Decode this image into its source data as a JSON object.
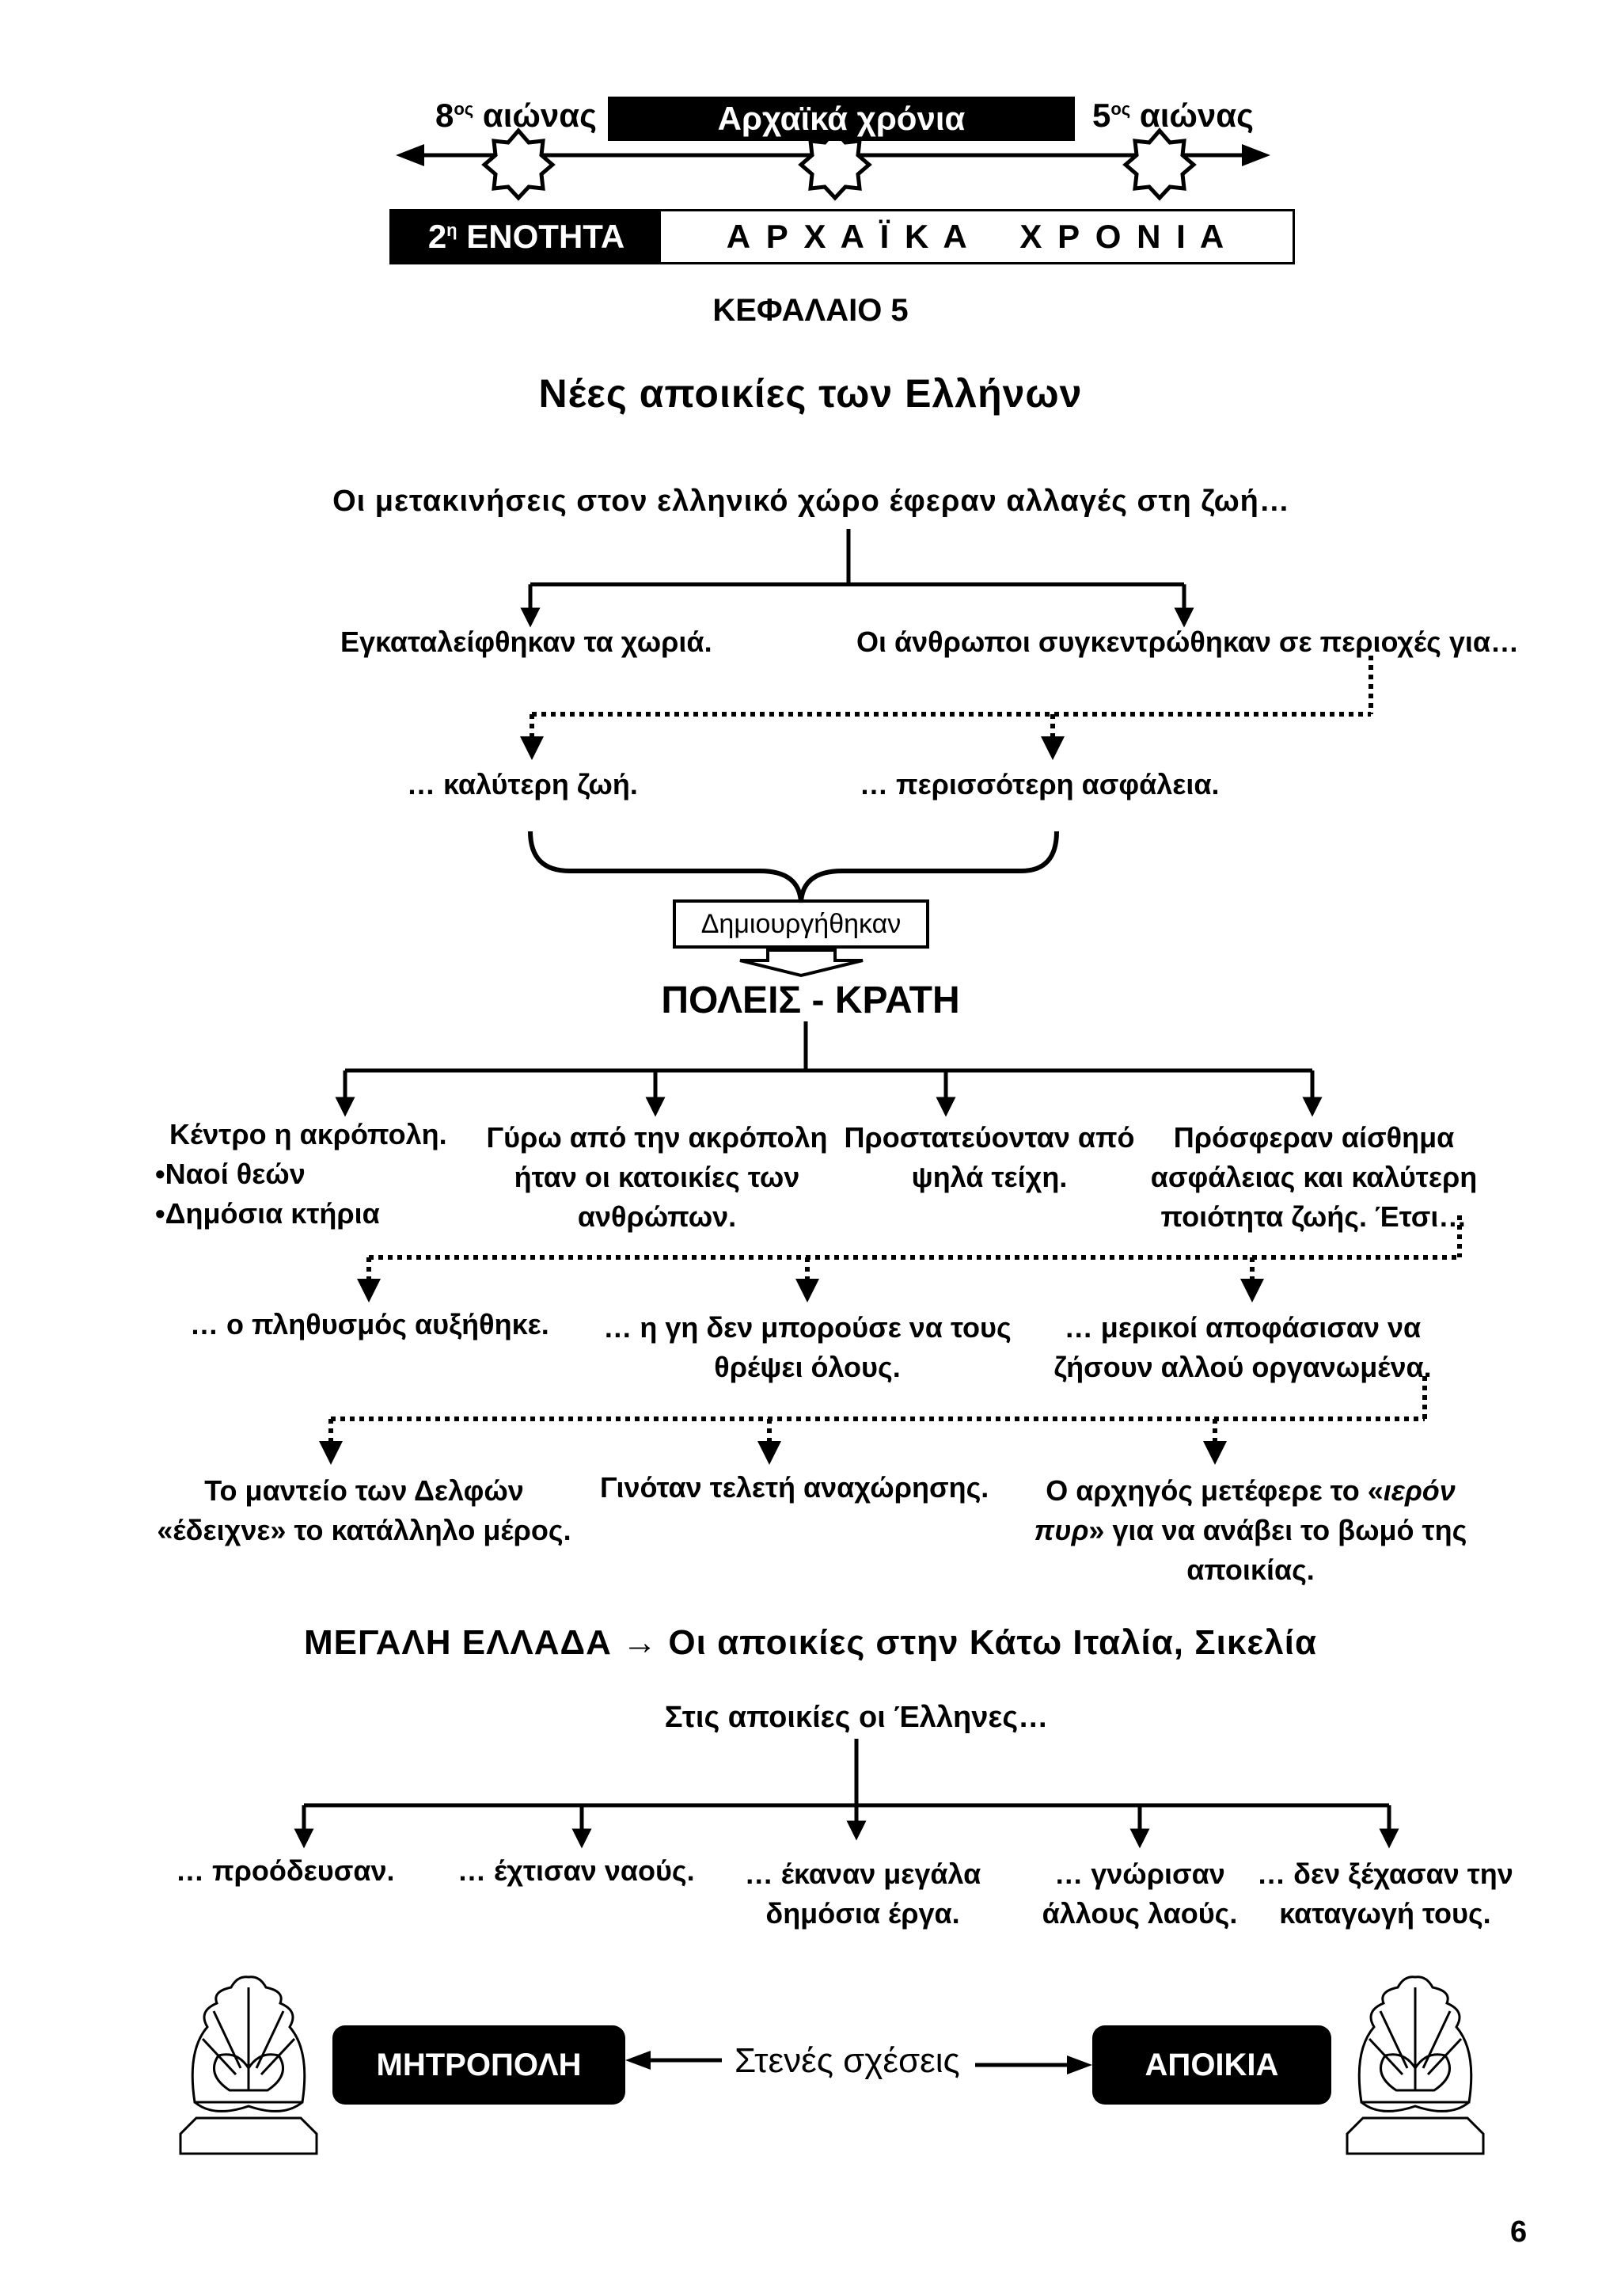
{
  "timeline": {
    "left_label_num": "8",
    "left_label_sup": "ος",
    "left_label_word": "αιώνας",
    "center_label": "Αρχαϊκά χρόνια",
    "right_label_num": "5",
    "right_label_sup": "ος",
    "right_label_word": "αιώνας"
  },
  "unit_header": {
    "unit_num": "2",
    "unit_sup": "η",
    "unit_word": "ΕΝΟΤΗΤΑ",
    "unit_title": "Α Ρ Χ Α Ϊ Κ Α    Χ Ρ Ο Ν Ι Α"
  },
  "chapter": "ΚΕΦΑΛΑΙΟ 5",
  "title": "Νέες αποικίες των Ελλήνων",
  "intro": "Οι μετακινήσεις στον ελληνικό χώρο έφεραν αλλαγές στη ζωή…",
  "branch1": {
    "left": "Εγκαταλείφθηκαν τα χωριά.",
    "right": "Οι άνθρωποι συγκεντρώθηκαν σε περιοχές για…"
  },
  "branch2": {
    "left": "… καλύτερη ζωή.",
    "right": "… περισσότερη ασφάλεια."
  },
  "created_label": "Δημιουργήθηκαν",
  "poleis": "ΠΟΛΕΙΣ - ΚΡΑΤΗ",
  "poleis_items": {
    "col1_title": "Κέντρο η ακρόπολη.",
    "col1_bullets": [
      "Ναοί θεών",
      "Δημόσια κτήρια"
    ],
    "col2_lines": [
      "Γύρω από την ακρόπολη",
      "ήταν οι κατοικίες των",
      "ανθρώπων."
    ],
    "col3_lines": [
      "Προστατεύονταν από",
      "ψηλά τείχη."
    ],
    "col4_lines": [
      "Πρόσφεραν αίσθημα",
      "ασφάλειας και καλύτερη",
      "ποιότητα ζωής. Έτσι…"
    ]
  },
  "consequences": {
    "c1": "… ο πληθυσμός αυξήθηκε.",
    "c2_lines": [
      "… η γη δεν μπορούσε να τους",
      "θρέψει όλους."
    ],
    "c3_lines": [
      "… μερικοί αποφάσισαν να",
      "ζήσουν αλλού οργανωμένα."
    ]
  },
  "steps": {
    "s1_lines": [
      "Το μαντείο των Δελφών",
      "«έδειχνε» το κατάλληλο μέρος."
    ],
    "s2": "Γινόταν τελετή αναχώρησης.",
    "s3_a": "Ο αρχηγός μετέφερε το «",
    "s3_em1": "ιερόν",
    "s3_em2": "πυρ",
    "s3_b": "» για να ανάβει το βωμό της",
    "s3_c": "αποικίας."
  },
  "megali_ellada": "ΜΕΓΑΛΗ ΕΛΛΑΔΑ → Οι αποικίες στην Κάτω Ιταλία, Σικελία",
  "colonies_intro": "Στις αποικίες οι Έλληνες…",
  "colonies_items": {
    "i1": "… προόδευσαν.",
    "i2": "… έχτισαν ναούς.",
    "i3_lines": [
      "… έκαναν μεγάλα",
      "δημόσια έργα."
    ],
    "i4_lines": [
      "… γνώρισαν",
      "άλλους λαούς."
    ],
    "i5_lines": [
      "… δεν ξέχασαν την",
      "καταγωγή τους."
    ]
  },
  "relations": {
    "left_box": "ΜΗΤΡΟΠΟΛΗ",
    "middle": "Στενές σχέσεις",
    "right_box": "ΑΠΟΙΚΙΑ"
  },
  "page_number": "6"
}
